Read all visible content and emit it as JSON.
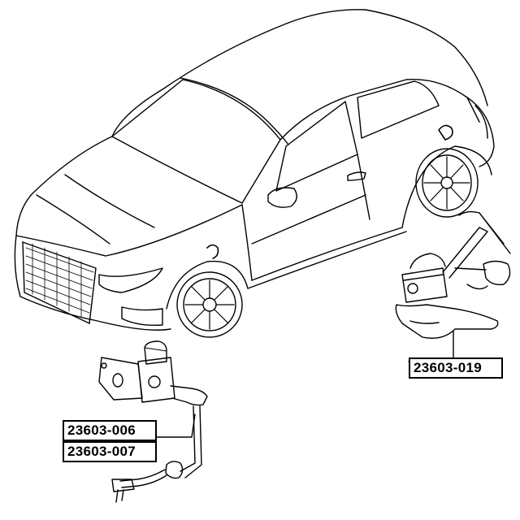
{
  "labels": {
    "rear_sensor_part_number": "23603-019",
    "front_sensor_part_number_left": "23603-006",
    "front_sensor_part_number_right": "23603-007"
  },
  "icons": [
    "car-outline-icon",
    "front-level-sensor-icon",
    "rear-level-sensor-icon",
    "harness-connector-icon"
  ],
  "colors": {
    "line": "#000000",
    "background": "#ffffff",
    "label_border": "#000000"
  }
}
